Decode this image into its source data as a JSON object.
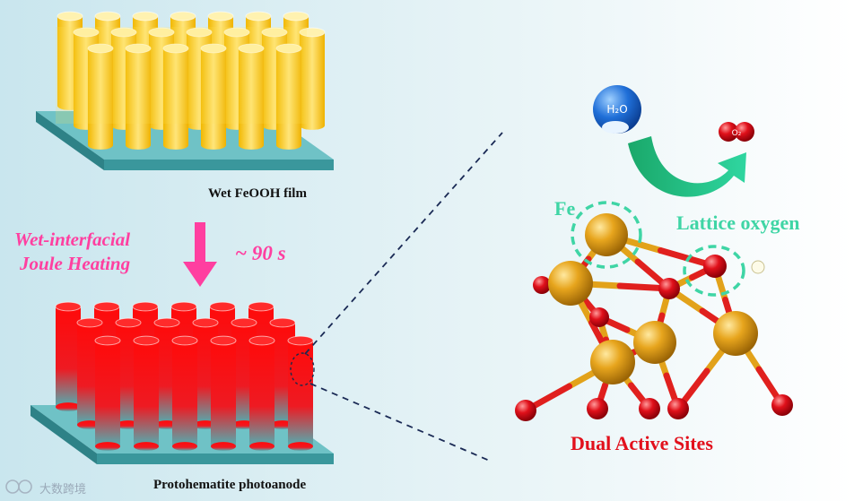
{
  "labels": {
    "wet_film": "Wet FeOOH film",
    "process_line1": "Wet-interfacial",
    "process_line2": "Joule Heating",
    "time": "~ 90 s",
    "photoanode": "Protohematite photoanode",
    "fe_site": "Fe",
    "lattice_oxygen": "Lattice oxygen",
    "dual_sites": "Dual Active Sites",
    "watermark": "大数跨境"
  },
  "molecules": {
    "water": "H₂O",
    "oxygen": "O₂"
  },
  "colors": {
    "pink_accent": "#ff3fa0",
    "site_highlight": "#3fd5a5",
    "fe_atom": "#e2a21a",
    "oxygen_atom": "#e0101a",
    "dual_label": "#e2101c",
    "substrate": "#4fa9ae"
  },
  "icons": {
    "process_arrow": "arrow-down-icon",
    "reaction_arrow": "curved-arrow-icon",
    "water": "water-molecule-icon",
    "oxygen": "oxygen-molecule-icon"
  }
}
